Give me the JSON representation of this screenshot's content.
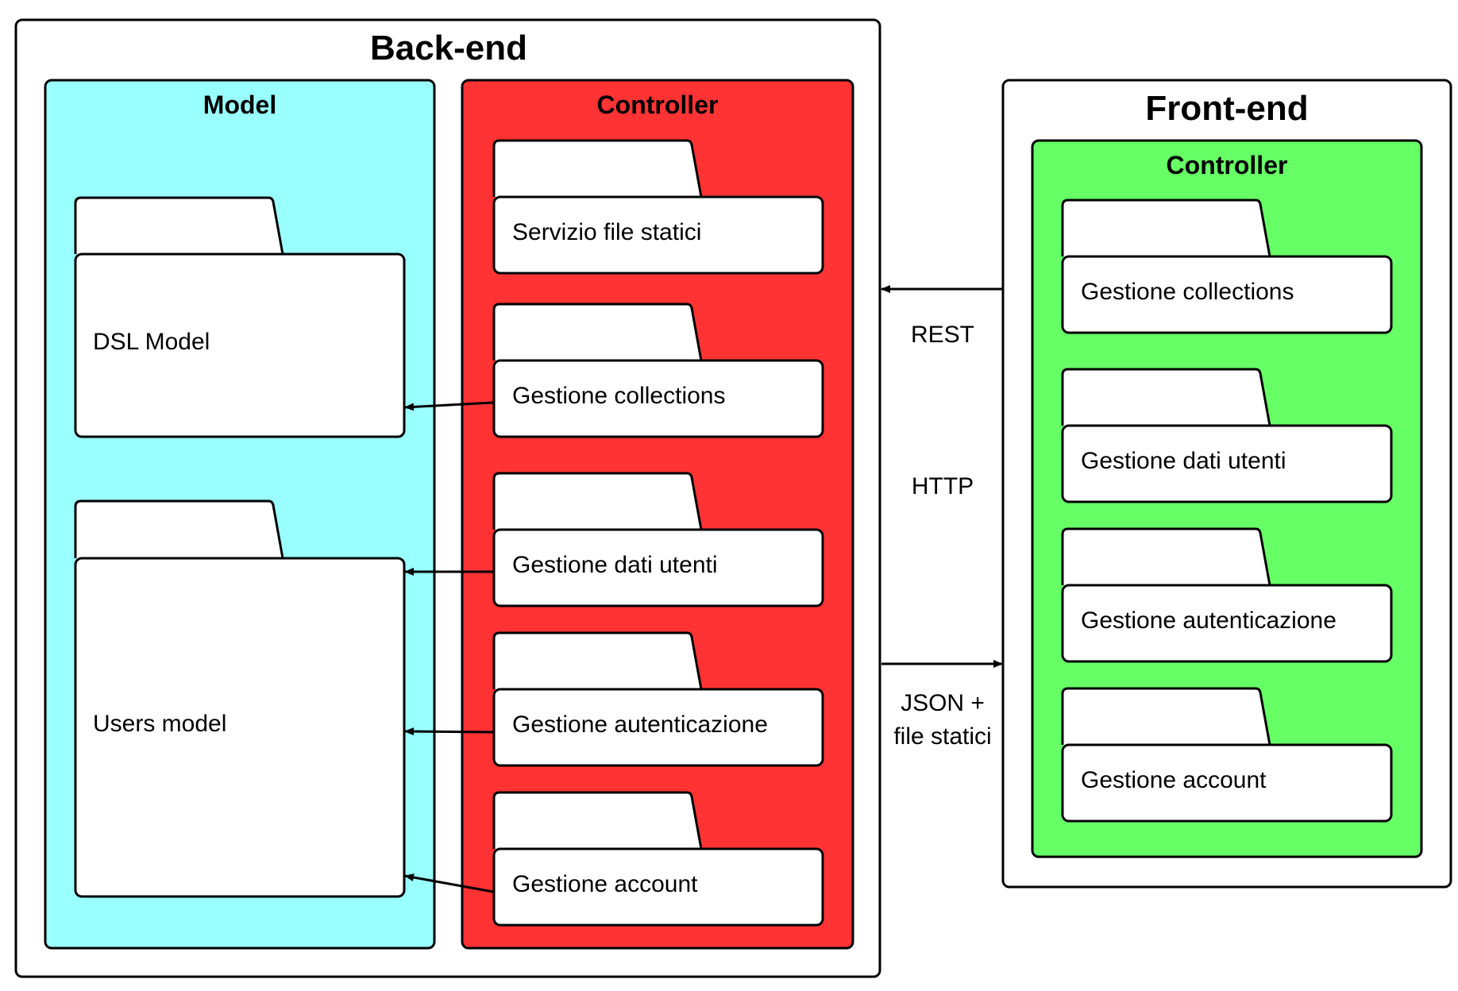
{
  "backend": {
    "title": "Back-end",
    "model": {
      "title": "Model",
      "color": "#99FFFF",
      "packages": [
        "DSL Model",
        "Users model"
      ]
    },
    "controller": {
      "title": "Controller",
      "color": "#FF3333",
      "packages": [
        "Servizio file statici",
        "Gestione collections",
        "Gestione dati utenti",
        "Gestione autenticazione",
        "Gestione account"
      ]
    }
  },
  "frontend": {
    "title": "Front-end",
    "controller": {
      "title": "Controller",
      "color": "#66FF66",
      "packages": [
        "Gestione collections",
        "Gestione dati utenti",
        "Gestione autenticazione",
        "Gestione account"
      ]
    }
  },
  "connection": {
    "labels": [
      "REST",
      "HTTP",
      "JSON +",
      "file statici"
    ]
  }
}
